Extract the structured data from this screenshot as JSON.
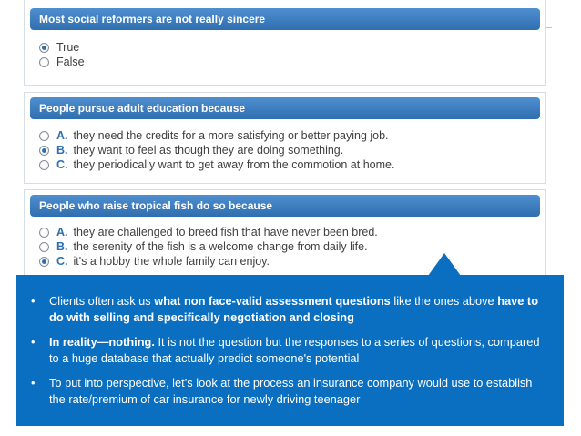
{
  "questions": [
    {
      "prompt": "Most social reformers are not really sincere",
      "options": [
        {
          "letter": "",
          "text": "True",
          "selected": true
        },
        {
          "letter": "",
          "text": "False",
          "selected": false
        }
      ]
    },
    {
      "prompt": "People pursue adult education because",
      "options": [
        {
          "letter": "A.",
          "text": "they need the credits for a more satisfying or better paying job.",
          "selected": false
        },
        {
          "letter": "B.",
          "text": "they want to feel as though they are doing something.",
          "selected": true
        },
        {
          "letter": "C.",
          "text": "they periodically want to get away from the commotion at home.",
          "selected": false
        }
      ]
    },
    {
      "prompt": "People who raise tropical fish do so because",
      "options": [
        {
          "letter": "A.",
          "text": "they are challenged to breed fish that have never been bred.",
          "selected": false
        },
        {
          "letter": "B.",
          "text": "the serenity of the fish is a welcome change from daily life.",
          "selected": false
        },
        {
          "letter": "C.",
          "text": "it's a hobby the whole family can enjoy.",
          "selected": true
        }
      ]
    }
  ],
  "callout": {
    "bullet_glyph": "•",
    "points": [
      {
        "pre": "Clients often ask us ",
        "bold1": "what non face-valid assessment questions",
        "mid": " like the ones above ",
        "bold2": "have to do with selling and specifically negotiation and closing",
        "post": ""
      },
      {
        "pre": "",
        "bold1": "In reality—nothing.",
        "mid": "  It is not the question but the responses to a series of questions, compared to a huge database that actually predict someone's potential",
        "bold2": "",
        "post": ""
      },
      {
        "pre": "To put into perspective, let’s look at the process an insurance company would use to establish the rate/premium of car insurance for newly driving teenager",
        "bold1": "",
        "mid": "",
        "bold2": "",
        "post": ""
      }
    ]
  }
}
